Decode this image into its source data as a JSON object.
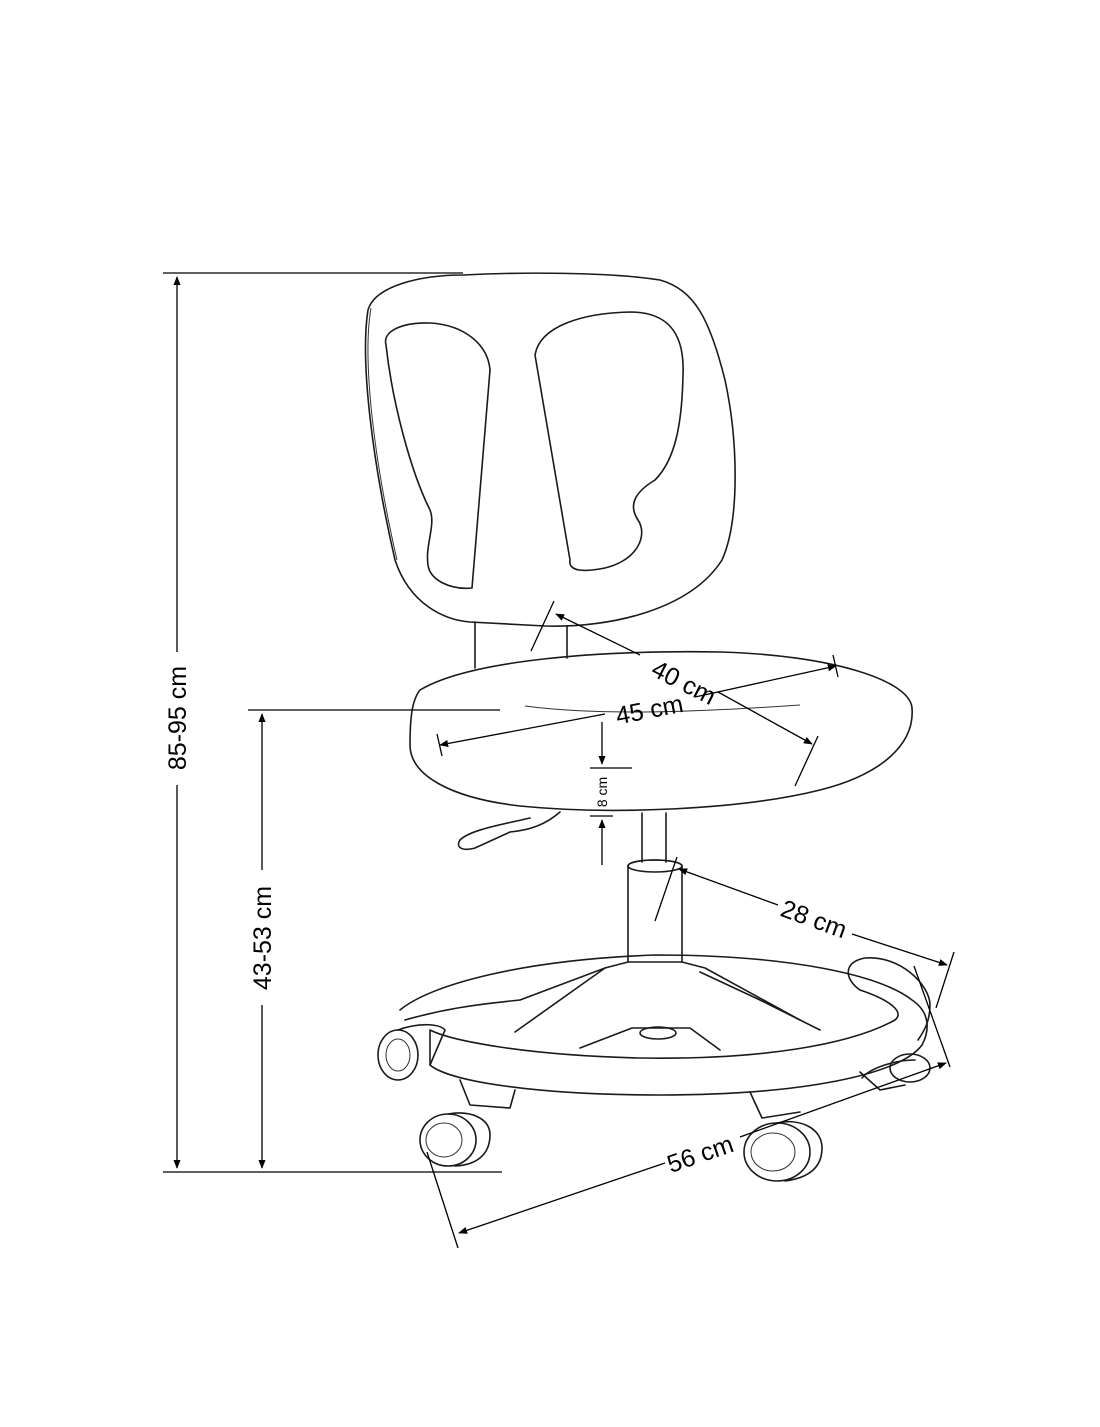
{
  "dimensions": {
    "total_height": "85-95 cm",
    "seat_height": "43-53 cm",
    "seat_depth": "40 cm",
    "seat_width": "45 cm",
    "seat_thickness": "8 cm",
    "footrest_radius": "28 cm",
    "base_diameter": "56 cm"
  }
}
